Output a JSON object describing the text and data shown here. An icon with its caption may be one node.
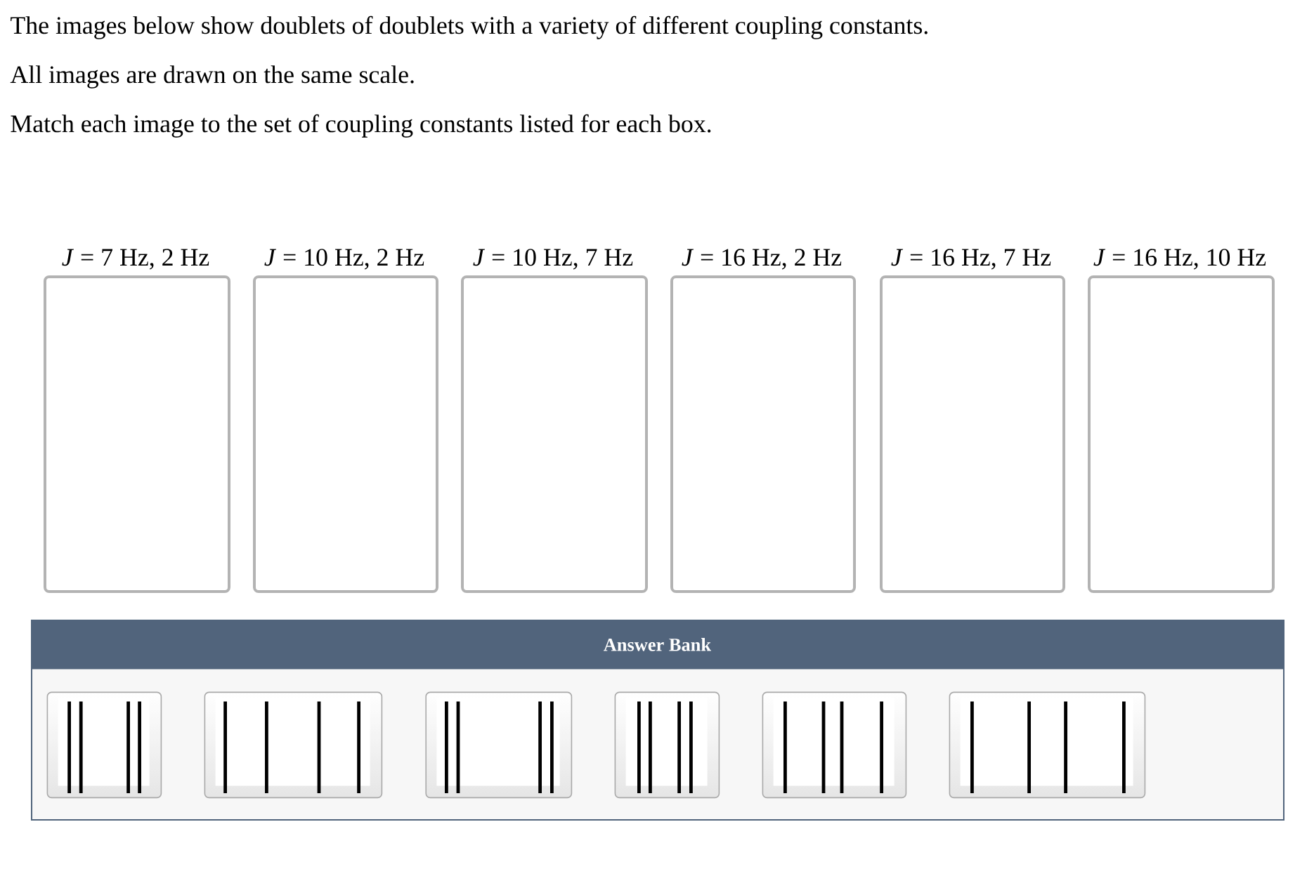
{
  "diagram": {
    "nodes": [
      {
        "text": [
          "*J* = 7 Hz, 2 Hz"
        ]
      },
      {
        "text": [
          "*J* = 10 Hz, 2 Hz"
        ]
      },
      {
        "text": [
          "*J* = 10 Hz, 7 Hz"
        ]
      },
      {
        "text": [
          "*J* = 16 Hz, 2 Hz"
        ]
      },
      {
        "text": [
          "*J* = 16 Hz, 7 Hz"
        ]
      },
      {
        "text": [
          "*J* = 16 Hz, 10 Hz"
        ]
      },
      {
        "text": [
          "Answer Bank"
        ]
      },
      {
        "text": [],
        "shape": "picture",
        "in": 6
      },
      {
        "text": [],
        "shape": "picture",
        "in": 6
      },
      {
        "text": [],
        "shape": "picture",
        "in": 6
      },
      {
        "text": [],
        "shape": "picture",
        "in": 6
      },
      {
        "text": [],
        "shape": "picture",
        "in": 6
      },
      {
        "text": [],
        "shape": "picture",
        "in": 6
      }
    ],
    "labels": [
      "The images below show doublets of doublets with a variety of different coupling constants.",
      "All images are drawn on the same scale.",
      "Match each image to the set of coupling constants listed for each box."
    ]
  }
}
